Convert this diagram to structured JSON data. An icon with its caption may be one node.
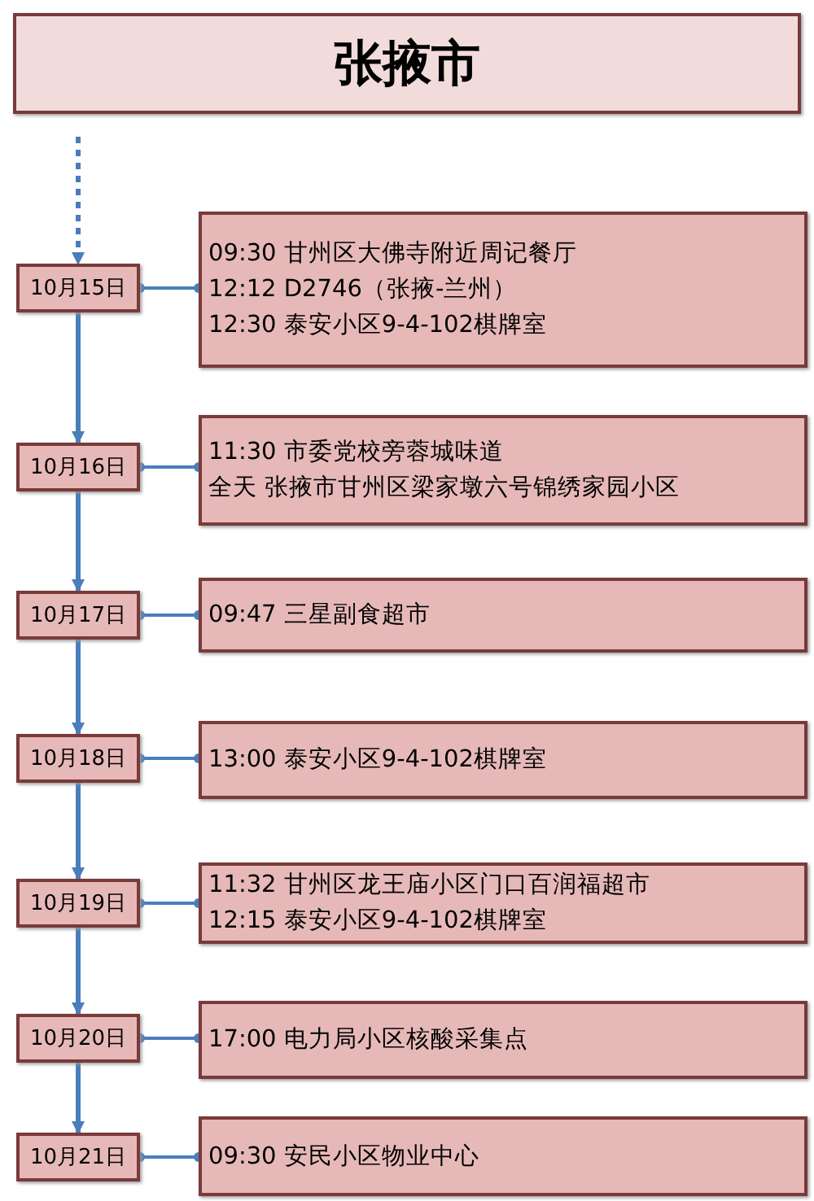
{
  "diagram": {
    "nodes": [
      {
        "text": [
          "张掖市"
        ]
      },
      {
        "text": [
          "10月15日"
        ]
      },
      {
        "text": [
          "09:30 甘州区大佛寺附近周记餐厅",
          "12:12 D2746（张掖-兰州）",
          "12:30 泰安小区9-4-102棋牌室"
        ]
      },
      {
        "text": [
          "10月16日"
        ]
      },
      {
        "text": [
          "11:30 市委党校旁蓉城味道",
          "全天 张掖市甘州区梁家墩六号锦绣家园小区"
        ]
      },
      {
        "text": [
          "10月17日"
        ]
      },
      {
        "text": [
          "09:47 三星副食超市"
        ]
      },
      {
        "text": [
          "10月18日"
        ]
      },
      {
        "text": [
          "13:00 泰安小区9-4-102棋牌室"
        ]
      },
      {
        "text": [
          "10月19日"
        ]
      },
      {
        "text": [
          "11:32 甘州区龙王庙小区门口百润福超市",
          "12:15 泰安小区9-4-102棋牌室"
        ]
      },
      {
        "text": [
          "10月20日"
        ]
      },
      {
        "text": [
          "17:00 电力局小区核酸采集点"
        ]
      },
      {
        "text": [
          "10月21日"
        ]
      },
      {
        "text": [
          "09:30 安民小区物业中心"
        ]
      }
    ],
    "edges": [
      {
        "from": null,
        "to": 1,
        "arrow": "to",
        "style": "dashed"
      },
      {
        "from": 1,
        "to": 2,
        "arrow": "other"
      },
      {
        "from": 1,
        "to": 3,
        "arrow": "to"
      },
      {
        "from": 3,
        "to": 4,
        "arrow": "other"
      },
      {
        "from": 3,
        "to": 5,
        "arrow": "to"
      },
      {
        "from": 5,
        "to": 6,
        "arrow": "other"
      },
      {
        "from": 5,
        "to": 7,
        "arrow": "to"
      },
      {
        "from": 7,
        "to": 8,
        "arrow": "other"
      },
      {
        "from": 7,
        "to": 9,
        "arrow": "to"
      },
      {
        "from": 9,
        "to": 10,
        "arrow": "other"
      },
      {
        "from": 9,
        "to": 11,
        "arrow": "to"
      },
      {
        "from": 11,
        "to": 12,
        "arrow": "other"
      },
      {
        "from": 11,
        "to": 13,
        "arrow": "to"
      },
      {
        "from": 13,
        "to": 14,
        "arrow": "other"
      }
    ]
  }
}
